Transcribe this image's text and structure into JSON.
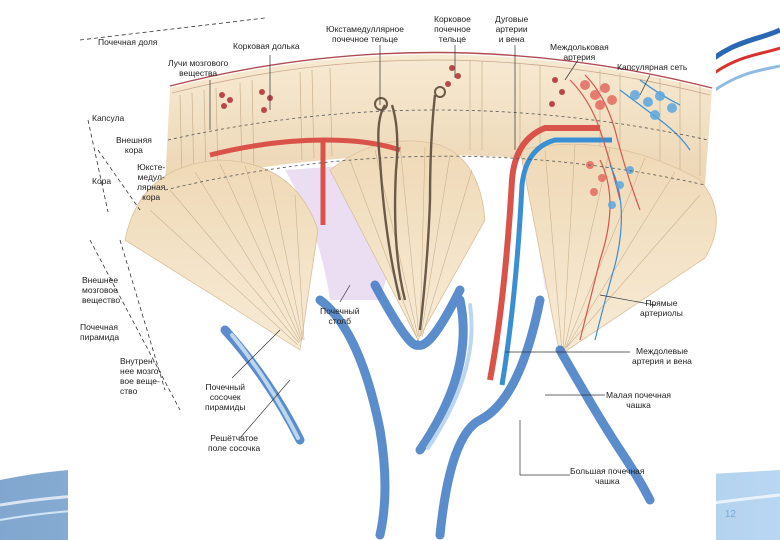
{
  "slide": {
    "page_number": "12"
  },
  "labels": {
    "renal_lobe": "Почечная доля",
    "cortical_lobule": "Корковая долька",
    "medullary_rays": "Лучи мозгового\nвещества",
    "juxtamedullary_corpuscle": "Юкстамедуллярное\nпочечное тельце",
    "cortical_corpuscle": "Корковое\nпочечное\nтельце",
    "arcuate_artery_vein": "Дуговые\nартерии\nи вена",
    "interlobular_artery": "Междольковая\nартерия",
    "capsular_network": "Капсулярная сеть",
    "capsule": "Капсула",
    "outer_cortex": "Внешняя\nкора",
    "cortex": "Кора",
    "juxtamedullary_cortex": "Юкстe-\nмедул-\nлярная\nкора",
    "outer_medulla": "Внешнее\nмозговое\nвещество",
    "renal_pyramid": "Почечная\nпирамида",
    "inner_medulla": "Внутрен-\nнее мозго-\nвое веще-\nство",
    "renal_column": "Почечный\nстолб",
    "vasa_recta": "Прямые\nартериолы",
    "interlobar_artery_vein": "Междолевые\nартерия и вена",
    "renal_papilla": "Почечный\nсосочек\nпирамиды",
    "minor_calyx": "Малая почечная\nчашка",
    "area_cribrosa": "Решётчатое\nполе сосочка",
    "major_calyx": "Большая почечная\nчашка"
  },
  "colors": {
    "artery": "#d9534a",
    "vein": "#3a8fd4",
    "cortex": "#f3e3c6",
    "medulla": "#efd8b4",
    "calyx": "#3f78c4",
    "column": "#e3d3ee"
  }
}
